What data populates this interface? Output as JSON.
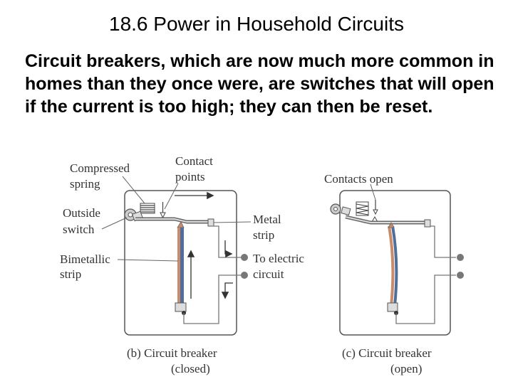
{
  "slide": {
    "title": "18.6 Power in Household Circuits",
    "body": "Circuit breakers, which are now much more common in homes than they once were, are switches that will open if the current is too high; they can then be reset."
  },
  "figure": {
    "closed": {
      "labels": {
        "compressed_1": "Compressed",
        "compressed_2": "spring",
        "contact_1": "Contact",
        "contact_2": "points",
        "outside_1": "Outside",
        "outside_2": "switch",
        "metal_1": "Metal",
        "metal_2": "strip",
        "bimetal_1": "Bimetallic",
        "bimetal_2": "strip",
        "electric_1": "To electric",
        "electric_2": "circuit"
      },
      "caption_1": "(b)  Circuit breaker",
      "caption_2": "(closed)"
    },
    "open": {
      "labels": {
        "contacts_open": "Contacts open"
      },
      "caption_1": "(c)  Circuit breaker",
      "caption_2": "(open)"
    },
    "colors": {
      "frame": "#555555",
      "strip_copper": "#c98b6b",
      "strip_blue": "#4f6f9a",
      "leader": "#666666"
    }
  }
}
